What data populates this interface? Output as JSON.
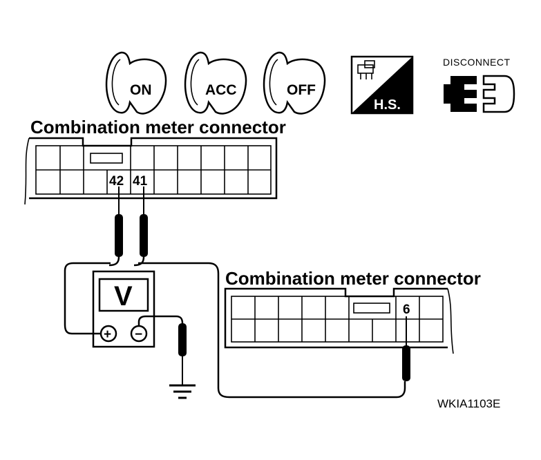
{
  "ignition_keys": [
    {
      "label": "ON",
      "icon": "ignition-key-on-icon"
    },
    {
      "label": "ACC",
      "icon": "ignition-key-acc-icon"
    },
    {
      "label": "OFF",
      "icon": "ignition-key-off-icon"
    }
  ],
  "harness_side": {
    "label": "H.S.",
    "icon": "harness-side-icon"
  },
  "disconnect": {
    "label": "DISCONNECT",
    "icon": "disconnect-connector-icon"
  },
  "connector_1": {
    "title": "Combination meter connector",
    "pins": [
      "42",
      "41"
    ]
  },
  "connector_2": {
    "title": "Combination meter connector",
    "pins": [
      "6"
    ]
  },
  "voltmeter": {
    "symbol": "V",
    "positive": "+",
    "negative": "−",
    "icon": "voltmeter-icon"
  },
  "ground": {
    "icon": "ground-symbol-icon"
  },
  "figure_code": "WKIA1103E"
}
